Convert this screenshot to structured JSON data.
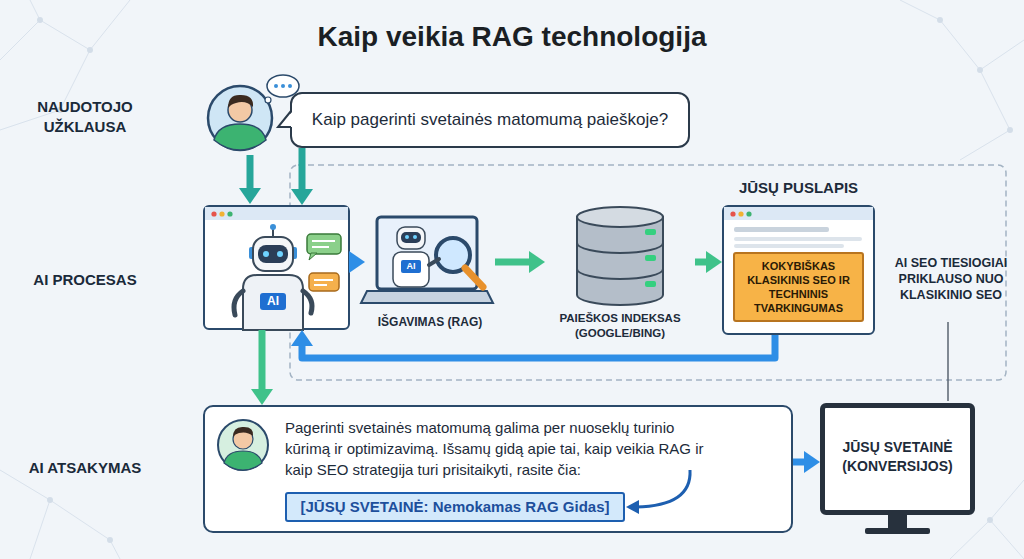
{
  "diagram": {
    "title": "Kaip veikia RAG technologija",
    "nodes": [
      {
        "text": [
          "Kaip pagerinti svetainės matomumą paieškoje?"
        ]
      },
      {
        "text": [
          "AI"
        ]
      },
      {
        "text": [
          "AI",
          "IŠGAVIMAS (RAG)"
        ]
      },
      {
        "text": [
          "PAIEŠKOS INDEKSAS (GOOGLE/BING)"
        ]
      },
      {
        "text": [
          "JŪSŲ PUSLAPIS"
        ]
      },
      {
        "text": [
          "KOKYBIŠKAS KLASIKINIS SEO IR TECHNINIS TVARKINGUMAS"
        ],
        "in": 4
      },
      {
        "text": [
          "Pagerinti svetainės matomumą galima per nuoseklų turinio kūrimą ir optimizavimą. Išsamų gidą apie tai, kaip veikia RAG ir kaip SEO strategija turi prisitaikyti, rasite čia:"
        ]
      },
      {
        "text": [
          "[JŪSŲ SVETAINĖ: Nemokamas RAG Gidas]"
        ],
        "in": 6
      },
      {
        "text": [
          "JŪSŲ SVETAINĖ (KONVERSIJOS)"
        ]
      }
    ],
    "edges": [
      {
        "from": 0,
        "to": 1,
        "arrow": "to"
      },
      {
        "from": 1,
        "to": 2,
        "arrow": "to"
      },
      {
        "from": 2,
        "to": 3,
        "arrow": "to"
      },
      {
        "from": 3,
        "to": 4,
        "arrow": "to"
      },
      {
        "from": 4,
        "to": 1,
        "arrow": "to"
      },
      {
        "from": 1,
        "to": 6,
        "arrow": "to"
      },
      {
        "from": 6,
        "to": 8,
        "arrow": "to"
      }
    ],
    "labels": [
      "NAUDOTOJO UŽKLAUSA",
      "AI PROCESAS",
      "AI ATSAKYMAS",
      "AI SEO TIESIOGIAI PRIKLAUSO NUO KLASIKINIO SEO"
    ]
  }
}
